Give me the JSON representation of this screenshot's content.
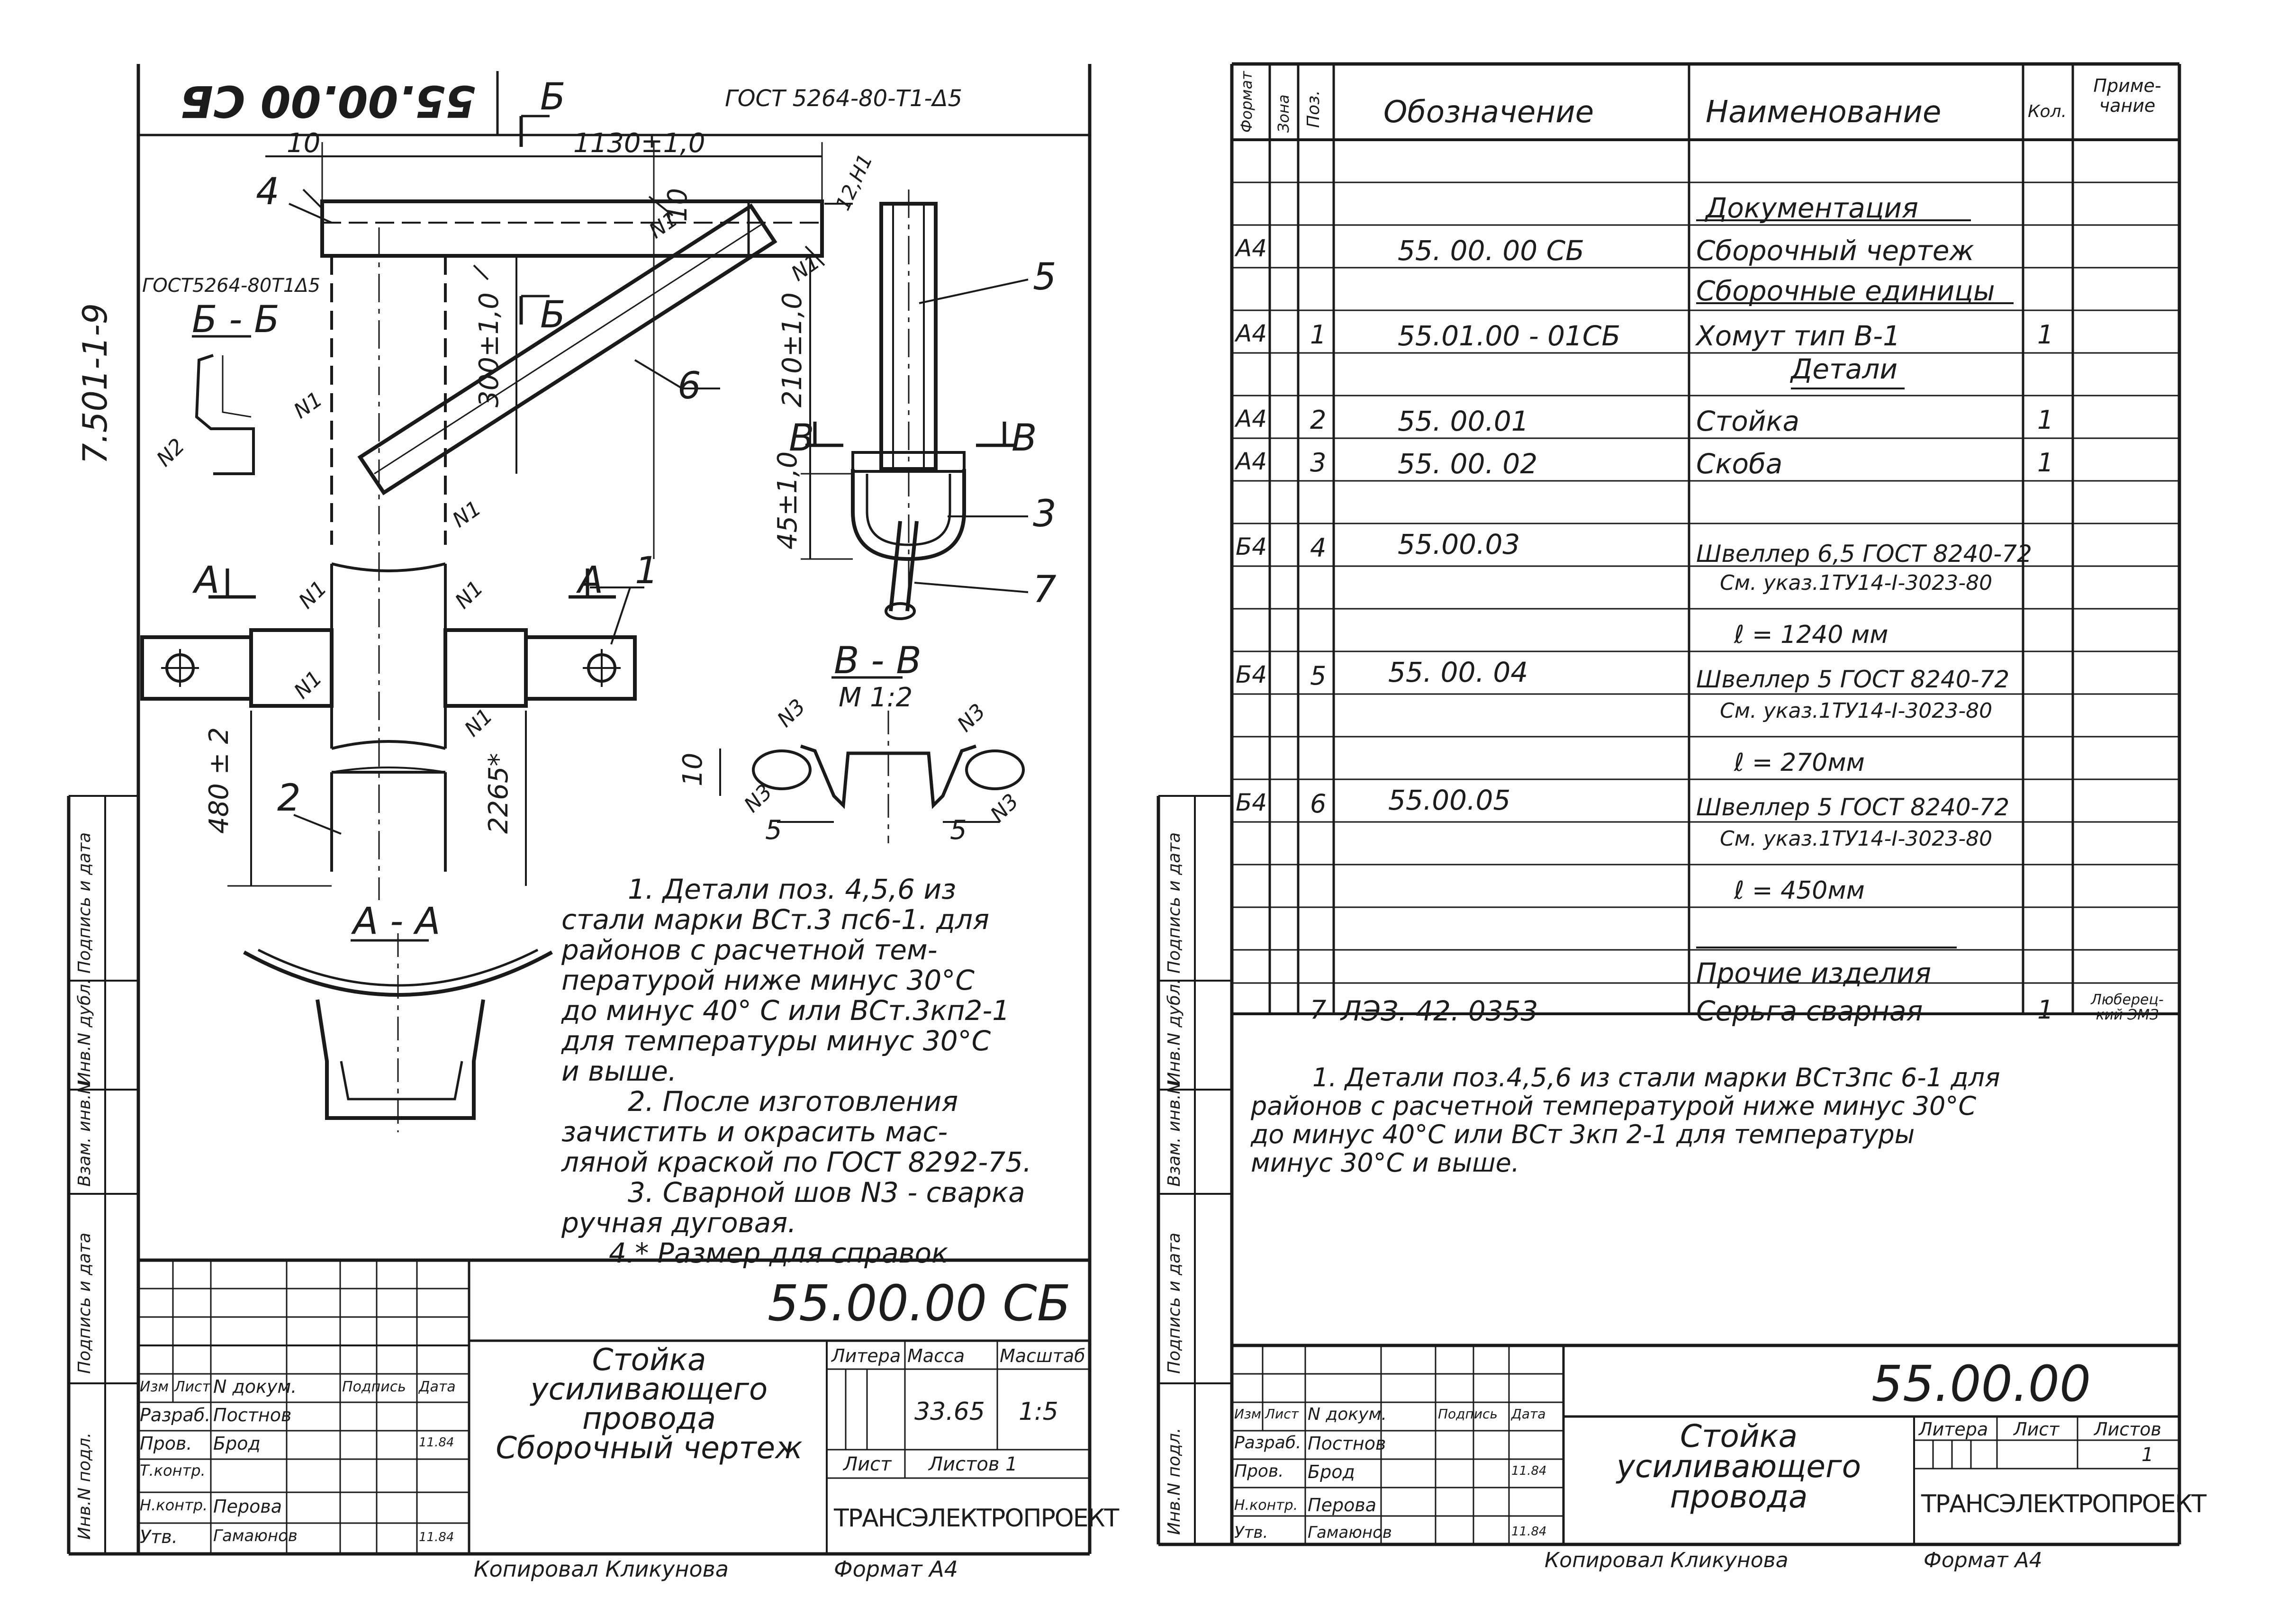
{
  "left_sheet": {
    "stamp_top": "55.00.00 СБ",
    "series": "7.501-1-9",
    "gost_weld_top": "ГОСТ 5264-80-Т1-Δ5",
    "gost_weld_left": "ГОСТ5264-80Т1Δ5",
    "section_bb": "Б - Б",
    "section_aa": "А - А",
    "section_vv": "В - В",
    "section_vv_scale": "М 1:2",
    "cut_marks": {
      "b": "Б",
      "a": "А",
      "v": "В"
    },
    "dims": {
      "d10_top": "10",
      "d1130": "1130±1,0",
      "d10_vert": "10",
      "d12": "12,Н1",
      "d300": "300±1,0",
      "d210": "210±1,0",
      "d45": "45±1,0",
      "d480": "480 ± 2",
      "d2265": "2265*",
      "d10_vv": "10",
      "d5_left": "5",
      "d5_right": "5"
    },
    "weld_marks": {
      "n1": "N1",
      "n2": "N2",
      "n3": "N3"
    },
    "positions": [
      "1",
      "2",
      "3",
      "4",
      "5",
      "6",
      "7"
    ],
    "notes": [
      "1. Детали поз. 4,5,6 из",
      "стали марки ВСт.3 пс6-1. для",
      "районов с расчетной тем-",
      "пературой ниже минус 30°С",
      "до минус 40° С или ВСт.3кп2-1",
      "для температуры минус 30°С",
      "и выше.",
      "2. После изготовления",
      "зачистить и окрасить мас-",
      "ляной краской по ГОСТ 8292-75.",
      "3. Сварной шов N3 - сварка",
      "ручная дуговая.",
      "4.* Размер для справок"
    ],
    "side_labels": [
      "Инв.N подл.",
      "Подпись и дата",
      "Взам. инв.N",
      "Инв.N дубл.",
      "Подпись и дата"
    ],
    "title_block": {
      "designation": "55.00.00 СБ",
      "name": [
        "Стойка",
        "усиливающего",
        "провода",
        "Сборочный чертеж"
      ],
      "col_heads": [
        "Изм",
        "Лист",
        "N докум.",
        "Подпись",
        "Дата"
      ],
      "rows": [
        {
          "role": "Разраб.",
          "person": "Постнов"
        },
        {
          "role": "Пров.",
          "person": "Брод"
        },
        {
          "role": "Т.контр.",
          "person": ""
        },
        {
          "role": "",
          "person": ""
        },
        {
          "role": "Н.контр.",
          "person": "Перова"
        },
        {
          "role": "Утв.",
          "person": "Гамаюнов"
        }
      ],
      "date1": "11.84",
      "date2": "11.84",
      "litera": "Литера",
      "mass": "Масса",
      "scale": "Масштаб",
      "mass_value": "33.65",
      "scale_value": "1:5",
      "sheet": "Лист",
      "sheets": "Листов 1",
      "org": "ТРАНСЭЛЕКТРОПРОЕКТ"
    },
    "copied": "Копировал Кликунова",
    "format": "Формат А4"
  },
  "right_sheet": {
    "spec_heads": {
      "format": "Формат",
      "zone": "Зона",
      "pos": "Поз.",
      "designation": "Обозначение",
      "name": "Наименование",
      "qty": "Кол.",
      "note": "Приме-чание"
    },
    "spec_rows": [
      {
        "format": "",
        "pos": "",
        "designation": "",
        "name": "Документация",
        "qty": "",
        "note": "",
        "heading": true
      },
      {
        "format": "А4",
        "pos": "",
        "designation": "55. 00. 00 СБ",
        "name": "Сборочный чертеж",
        "qty": "",
        "note": ""
      },
      {
        "format": "",
        "pos": "",
        "designation": "",
        "name": "Сборочные единицы",
        "qty": "",
        "note": "",
        "heading": true
      },
      {
        "format": "А4",
        "pos": "1",
        "designation": "55.01.00 - 01СБ",
        "name": "Хомут тип В-1",
        "qty": "1",
        "note": ""
      },
      {
        "format": "",
        "pos": "",
        "designation": "",
        "name": "Детали",
        "qty": "",
        "note": "",
        "heading": true
      },
      {
        "format": "А4",
        "pos": "2",
        "designation": "55. 00.01",
        "name": "Стойка",
        "qty": "1",
        "note": ""
      },
      {
        "format": "А4",
        "pos": "3",
        "designation": "55. 00. 02",
        "name": "Скоба",
        "qty": "1",
        "note": ""
      },
      {
        "format": "",
        "pos": "",
        "designation": "",
        "name": "",
        "qty": "",
        "note": ""
      },
      {
        "format": "Б4",
        "pos": "4",
        "designation": "55.00.03",
        "name": "Швеллер 6,5 ГОСТ 8240-72",
        "qty": "",
        "note": ""
      },
      {
        "format": "",
        "pos": "",
        "designation": "",
        "name": "См. указ.1ТУ14-I-3023-80",
        "qty": "",
        "note": ""
      },
      {
        "format": "",
        "pos": "",
        "designation": "",
        "name": "ℓ = 1240 мм",
        "qty": "",
        "note": ""
      },
      {
        "format": "Б4",
        "pos": "5",
        "designation": "55. 00. 04",
        "name": "Швеллер 5 ГОСТ 8240-72",
        "qty": "",
        "note": ""
      },
      {
        "format": "",
        "pos": "",
        "designation": "",
        "name": "См. указ.1ТУ14-I-3023-80",
        "qty": "",
        "note": ""
      },
      {
        "format": "",
        "pos": "",
        "designation": "",
        "name": "ℓ = 270мм",
        "qty": "",
        "note": ""
      },
      {
        "format": "Б4",
        "pos": "6",
        "designation": "55.00.05",
        "name": "Швеллер 5 ГОСТ 8240-72",
        "qty": "",
        "note": ""
      },
      {
        "format": "",
        "pos": "",
        "designation": "",
        "name": "См. указ.1ТУ14-I-3023-80",
        "qty": "",
        "note": ""
      },
      {
        "format": "",
        "pos": "",
        "designation": "",
        "name": "ℓ = 450мм",
        "qty": "",
        "note": ""
      },
      {
        "format": "",
        "pos": "",
        "designation": "",
        "name": "",
        "qty": "",
        "note": ""
      },
      {
        "format": "",
        "pos": "",
        "designation": "",
        "name": "Прочие изделия",
        "qty": "",
        "note": "",
        "heading": true
      },
      {
        "format": "",
        "pos": "7",
        "designation": "ЛЭЗ. 42. 0353",
        "name": "Серьга сварная",
        "qty": "1",
        "note": "Люберец-кий ЭМЗ"
      }
    ],
    "notes": [
      "1. Детали поз.4,5,6 из стали марки ВСт3пс 6-1 для",
      "районов с расчетной температурой ниже минус 30°С",
      "до минус 40°С или ВСт 3кп 2-1 для температуры",
      "минус 30°С и выше."
    ],
    "title_block": {
      "designation": "55.00.00",
      "name": [
        "Стойка",
        "усиливающего",
        "провода"
      ],
      "col_heads": [
        "Изм",
        "Лист",
        "N докум.",
        "Подпись",
        "Дата"
      ],
      "rows": [
        {
          "role": "Разраб.",
          "person": "Постнов"
        },
        {
          "role": "Пров.",
          "person": "Брод"
        },
        {
          "role": "",
          "person": ""
        },
        {
          "role": "Н.контр.",
          "person": "Перова"
        },
        {
          "role": "Утв.",
          "person": "Гамаюнов"
        }
      ],
      "date1": "11.84",
      "date2": "11.84",
      "litera": "Литера",
      "sheet": "Лист",
      "sheets": "Листов",
      "sheets_value": "1",
      "org": "ТРАНСЭЛЕКТРОПРОЕКТ"
    },
    "copied": "Копировал Кликунова",
    "format": "Формат А4"
  }
}
